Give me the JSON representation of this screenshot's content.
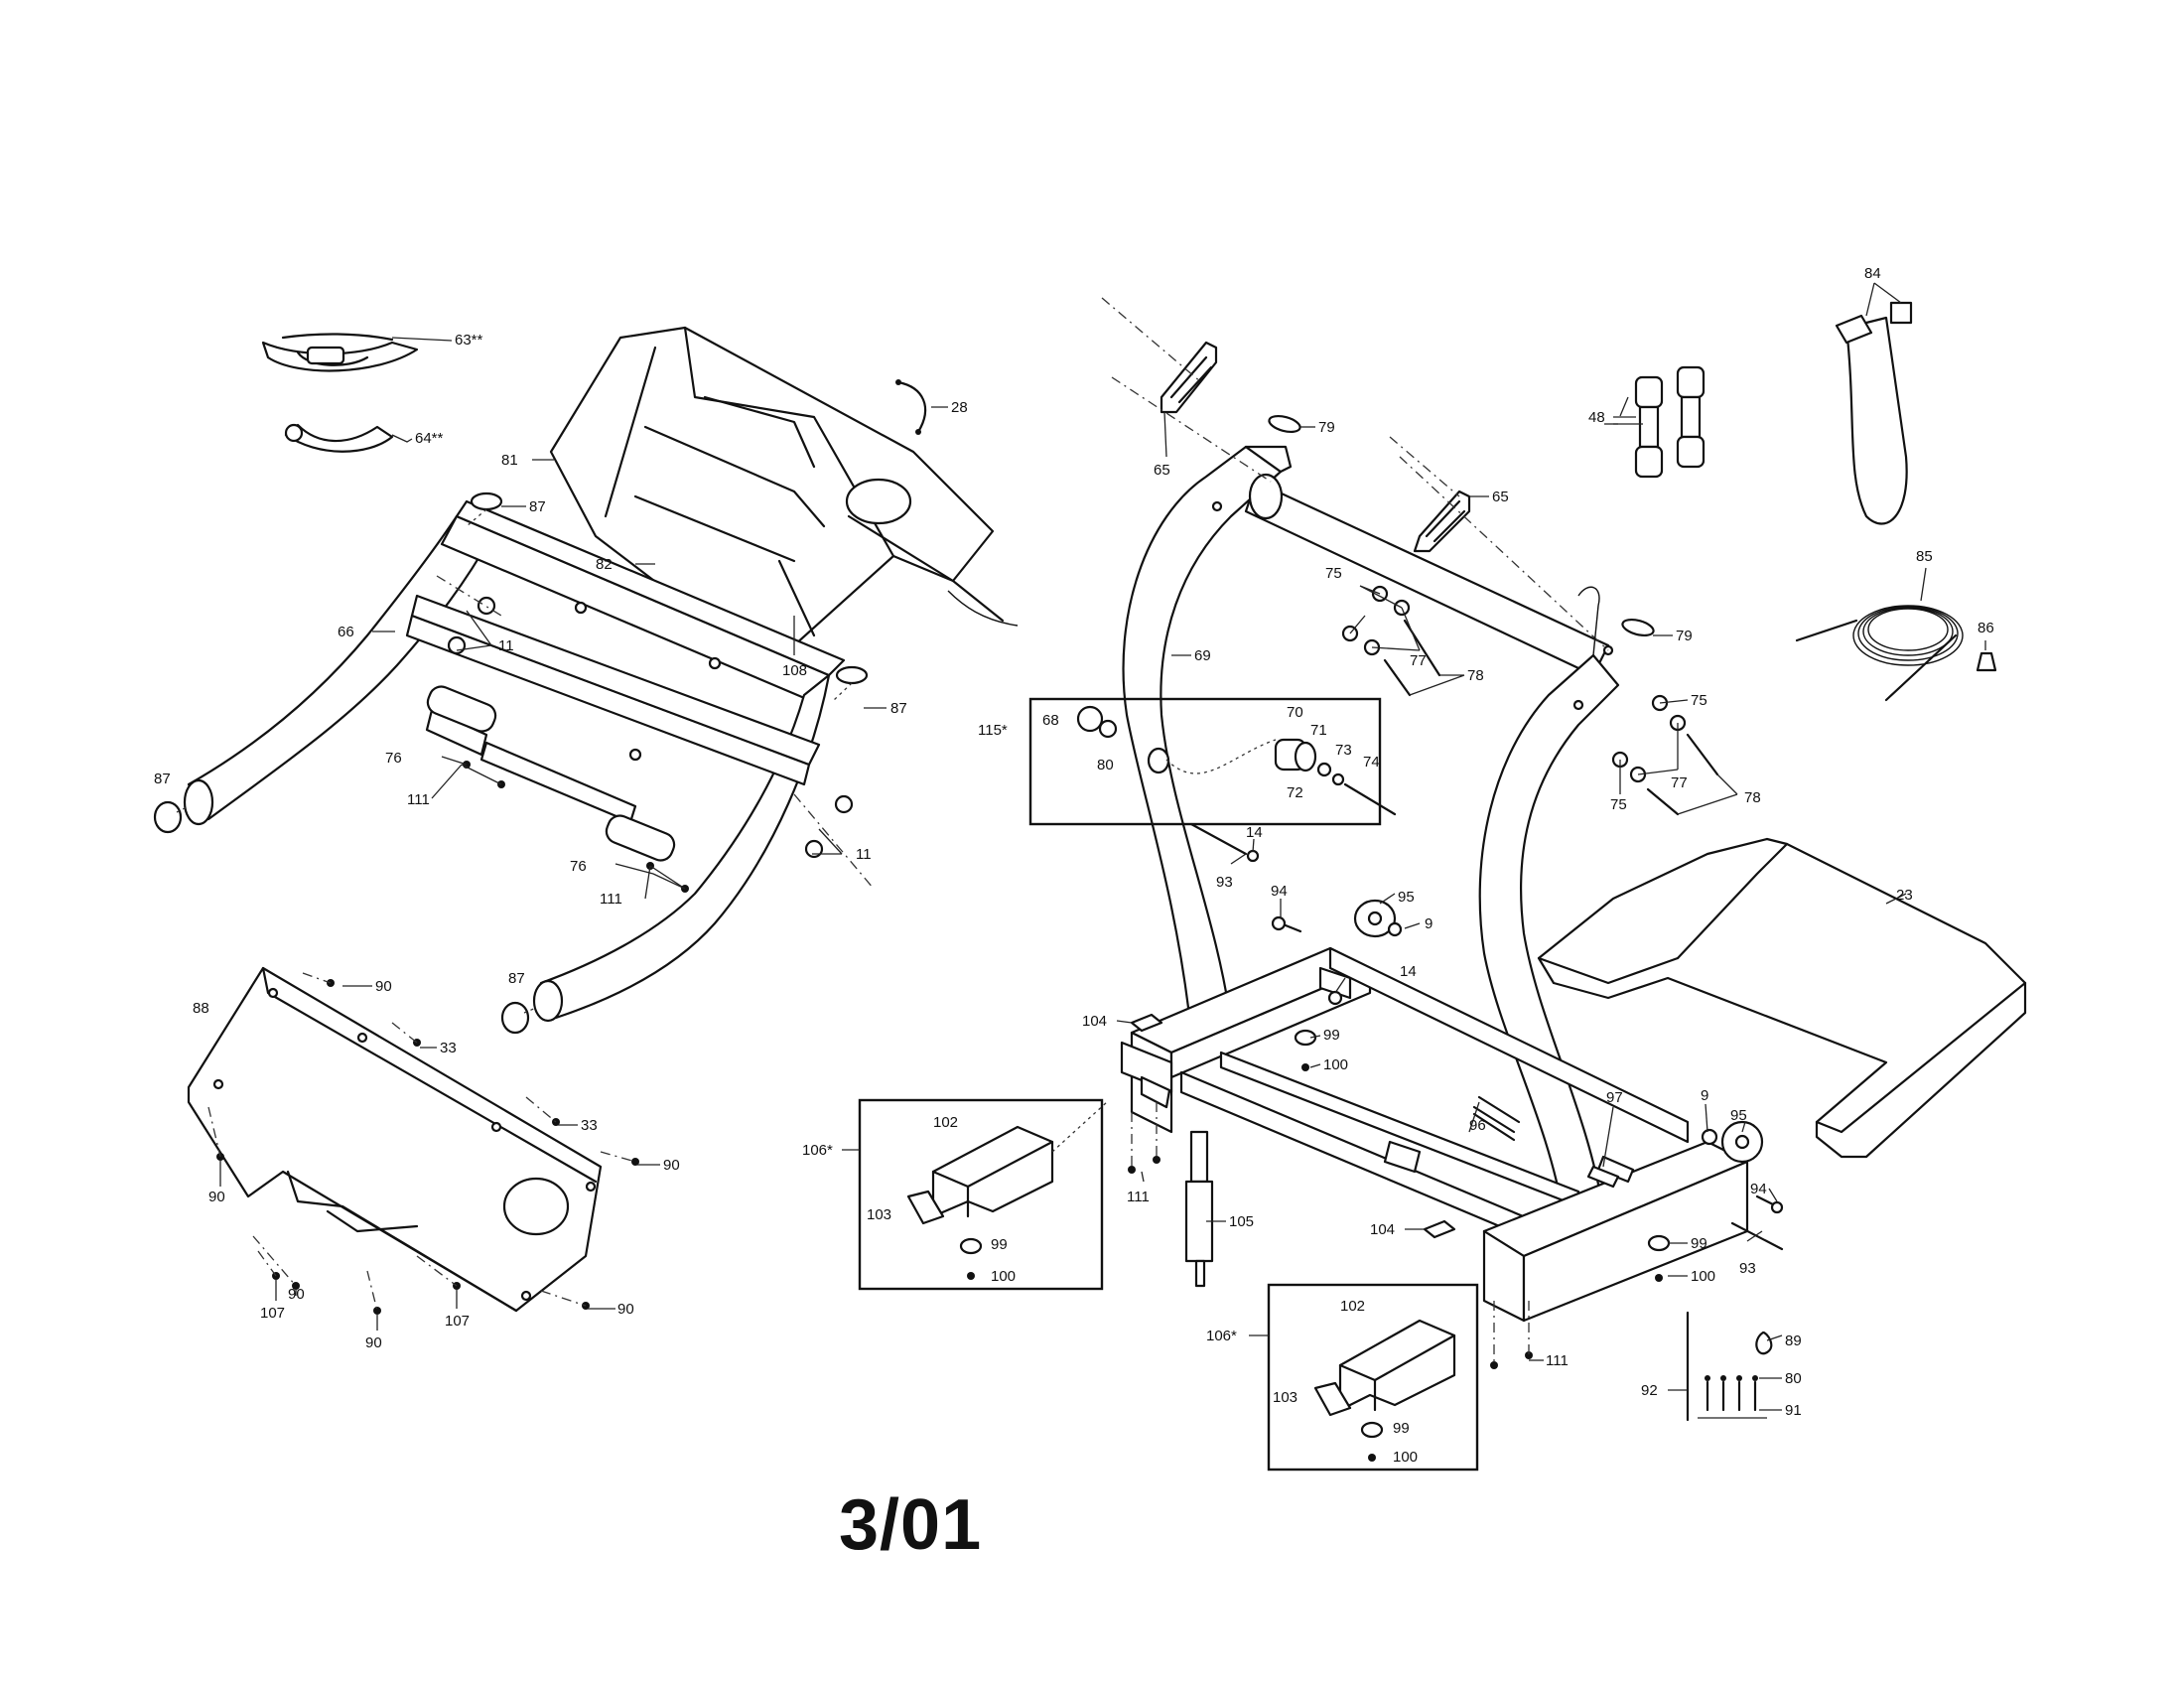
{
  "page_code": "3/01",
  "labels": {
    "p63": "63**",
    "p64": "64**",
    "p28": "28",
    "p81": "81",
    "p82": "82",
    "p108": "108",
    "p87a": "87",
    "p87b": "87",
    "p87c": "87",
    "p87d": "87",
    "p66": "66",
    "p11a": "11",
    "p11b": "11",
    "p76a": "76",
    "p76b": "76",
    "p111a": "111",
    "p111b": "111",
    "p111c": "111",
    "p111d": "111",
    "p88": "88",
    "p90a": "90",
    "p90b": "90",
    "p90c": "90",
    "p90d": "90",
    "p90e": "90",
    "p90f": "90",
    "p33a": "33",
    "p33b": "33",
    "p107a": "107",
    "p107b": "107",
    "p65a": "65",
    "p65b": "65",
    "p79a": "79",
    "p79b": "79",
    "p69": "69",
    "p115": "115*",
    "p68": "68",
    "p80a": "80",
    "p70": "70",
    "p71": "71",
    "p72": "72",
    "p73": "73",
    "p74": "74",
    "p75a": "75",
    "p75b": "75",
    "p75c": "75",
    "p77a": "77",
    "p77b": "77",
    "p78a": "78",
    "p78b": "78",
    "p48": "48",
    "p84": "84",
    "p85": "85",
    "p86": "86",
    "p23": "23",
    "p93a": "93",
    "p93b": "93",
    "p14a": "14",
    "p14b": "14",
    "p94a": "94",
    "p94b": "94",
    "p95a": "95",
    "p95b": "95",
    "p9a": "9",
    "p9b": "9",
    "p104a": "104",
    "p104b": "104",
    "p99a": "99",
    "p99b": "99",
    "p99c": "99",
    "p99d": "99",
    "p100a": "100",
    "p100b": "100",
    "p100c": "100",
    "p100d": "100",
    "p106a": "106*",
    "p106b": "106*",
    "p102a": "102",
    "p102b": "102",
    "p103a": "103",
    "p103b": "103",
    "p105": "105",
    "p96": "96",
    "p97": "97",
    "p89": "89",
    "p80b": "80",
    "p91": "91",
    "p92": "92"
  }
}
